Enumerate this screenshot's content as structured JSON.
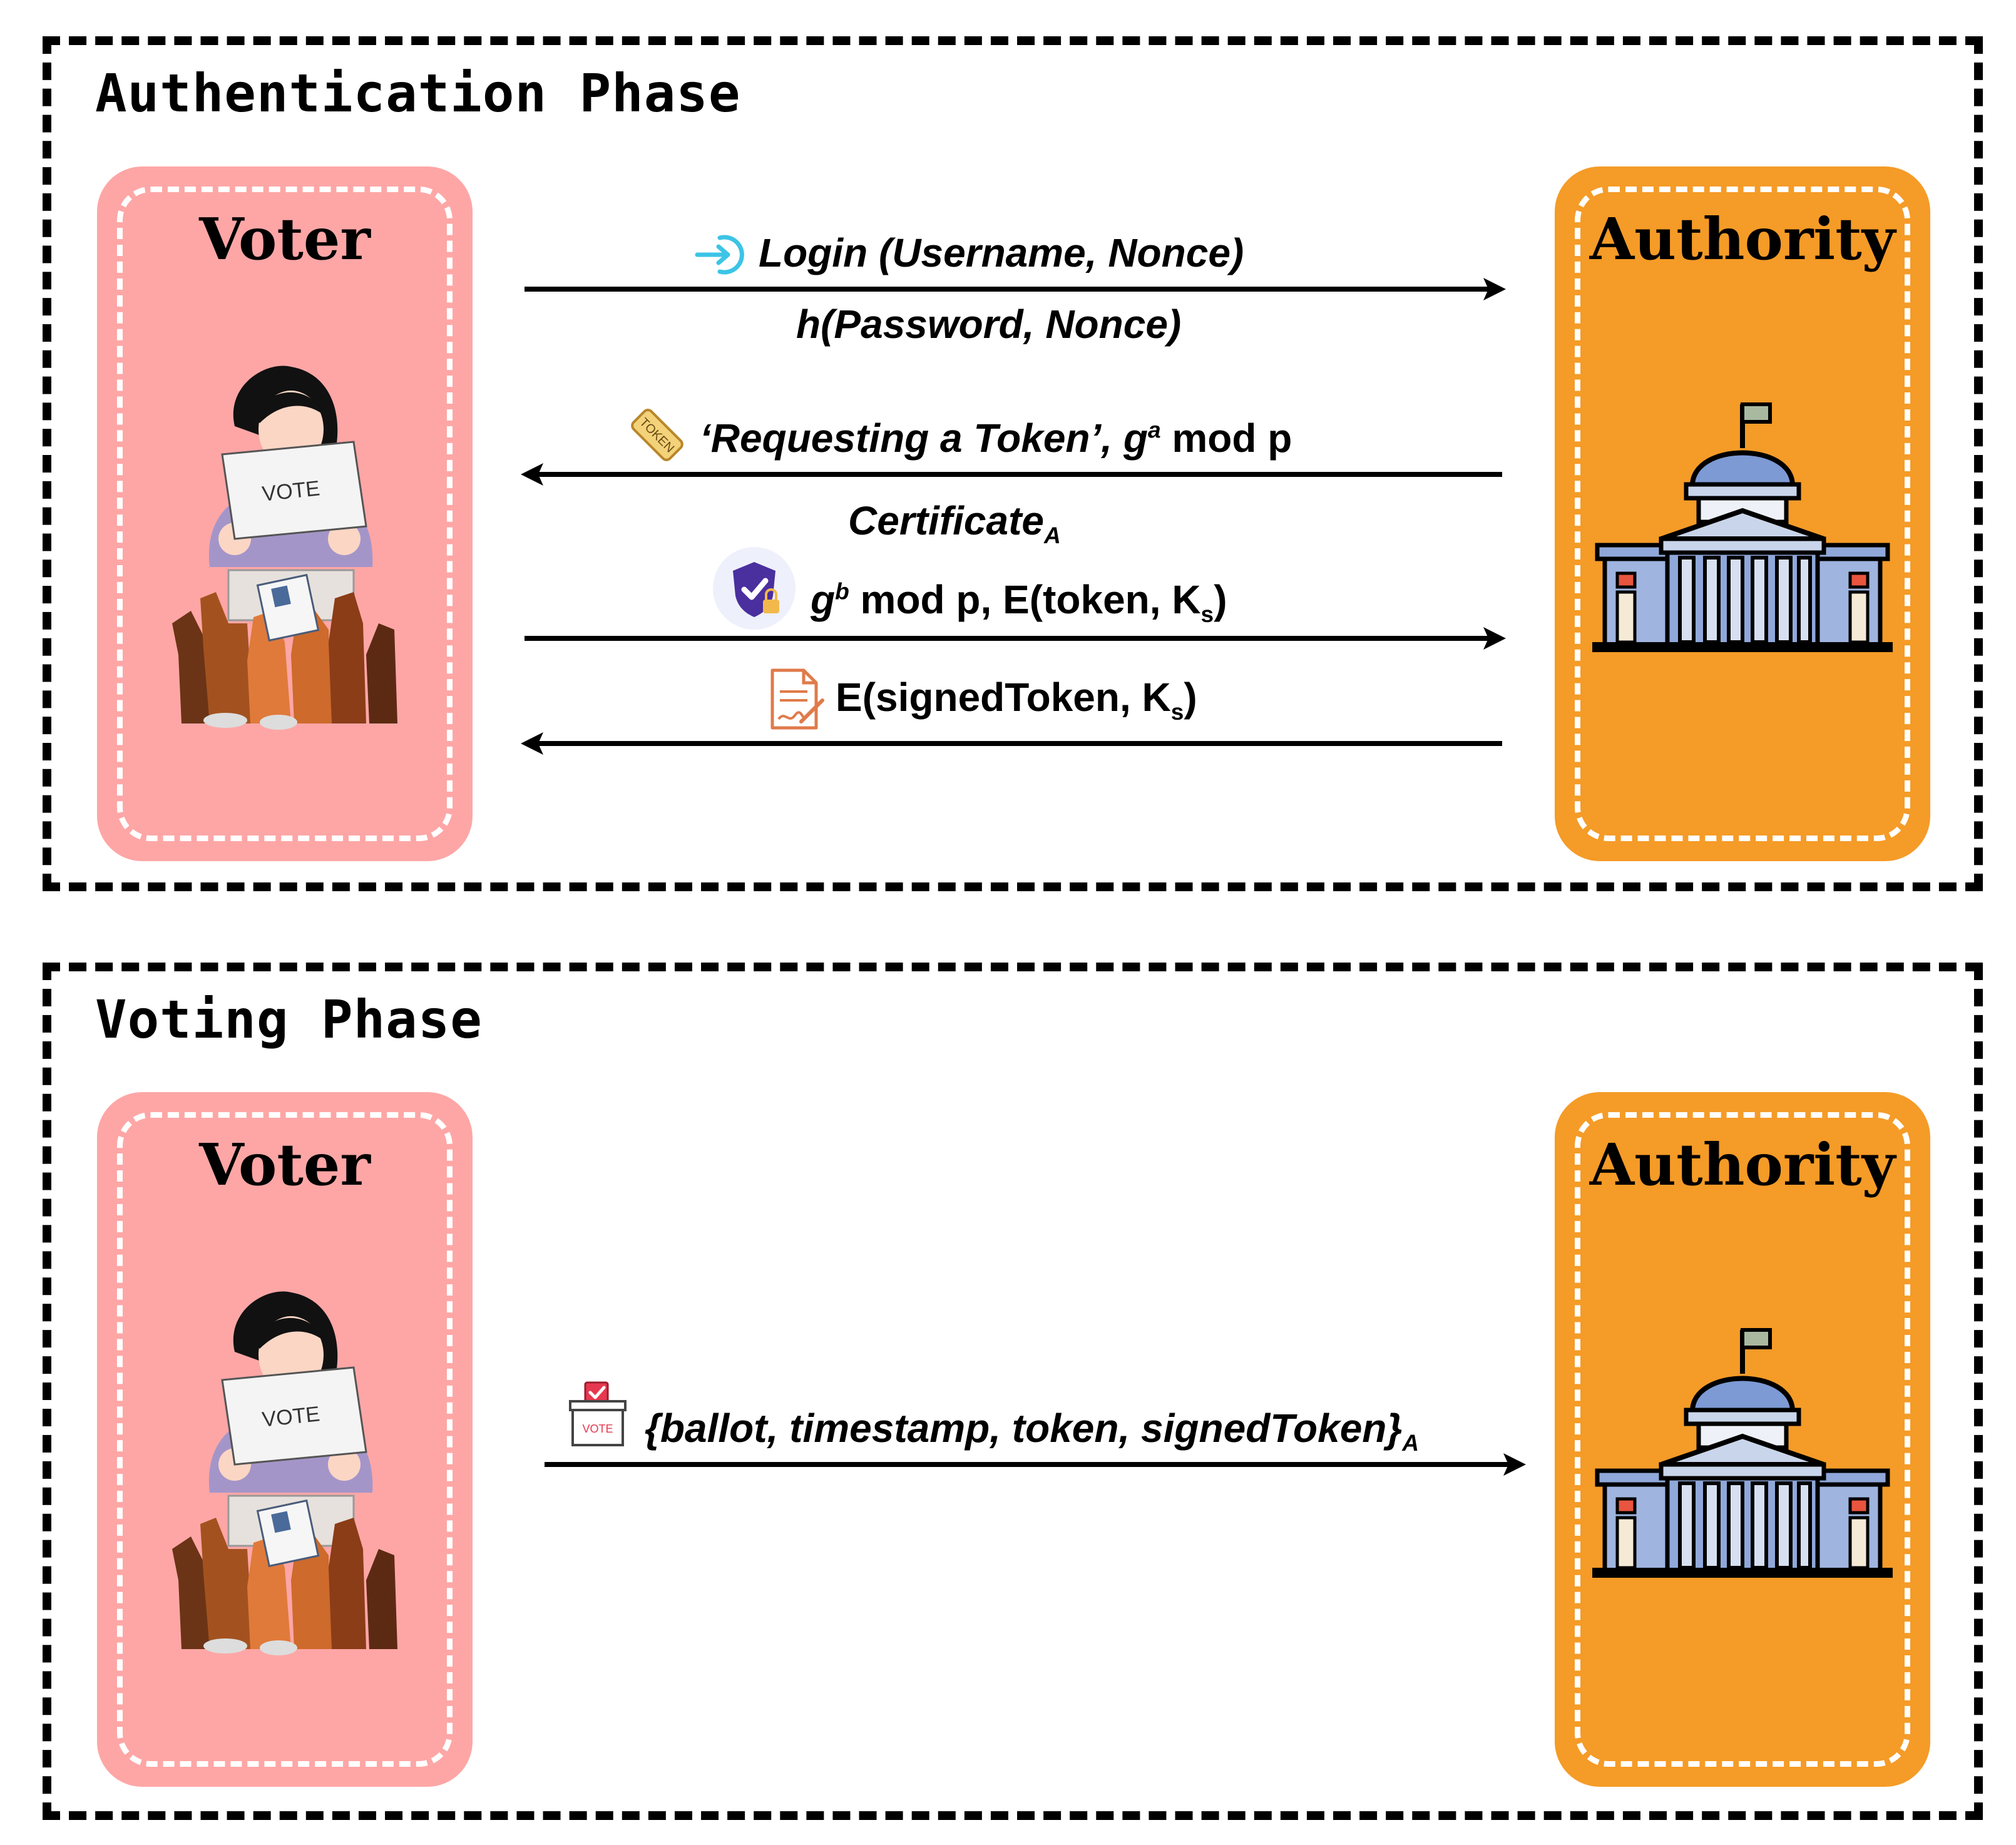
{
  "auth_phase": {
    "title": "Authentication Phase",
    "voter_label": "Voter",
    "authority_label": "Authority",
    "messages": [
      {
        "line1": "Login (Username, Nonce)",
        "line2": "h(Password, Nonce)",
        "icon": "login-arrow-icon",
        "direction": "voter-to-authority"
      },
      {
        "line1": "‘Requesting a Token’, ",
        "g": "g",
        "sup": "a",
        "tail": " mod p",
        "line2": "Certificate",
        "line2_sub": "A",
        "icon": "token-ticket-icon",
        "direction": "authority-to-voter"
      },
      {
        "g": "g",
        "sup": "b",
        "text": " mod p, E(token, K",
        "sub": "s",
        "close": ")",
        "icon": "shield-check-icon",
        "direction": "voter-to-authority"
      },
      {
        "text": "E(signedToken, K",
        "sub": "s",
        "close": ")",
        "icon": "signed-document-icon",
        "direction": "authority-to-voter"
      }
    ]
  },
  "vote_phase": {
    "title": "Voting Phase",
    "voter_label": "Voter",
    "authority_label": "Authority",
    "message": {
      "text": "{ballot, timestamp, token, signedToken}",
      "sub": "A",
      "icon": "ballot-box-icon",
      "direction": "voter-to-authority"
    }
  },
  "illustration_text": {
    "vote_sign": "VOTE",
    "ballot_box_label": "VOTE"
  },
  "colors": {
    "voter_card": "#fea6a6",
    "authority_card": "#f59b27",
    "border": "#000000",
    "card_inner_border": "#ffffff"
  }
}
